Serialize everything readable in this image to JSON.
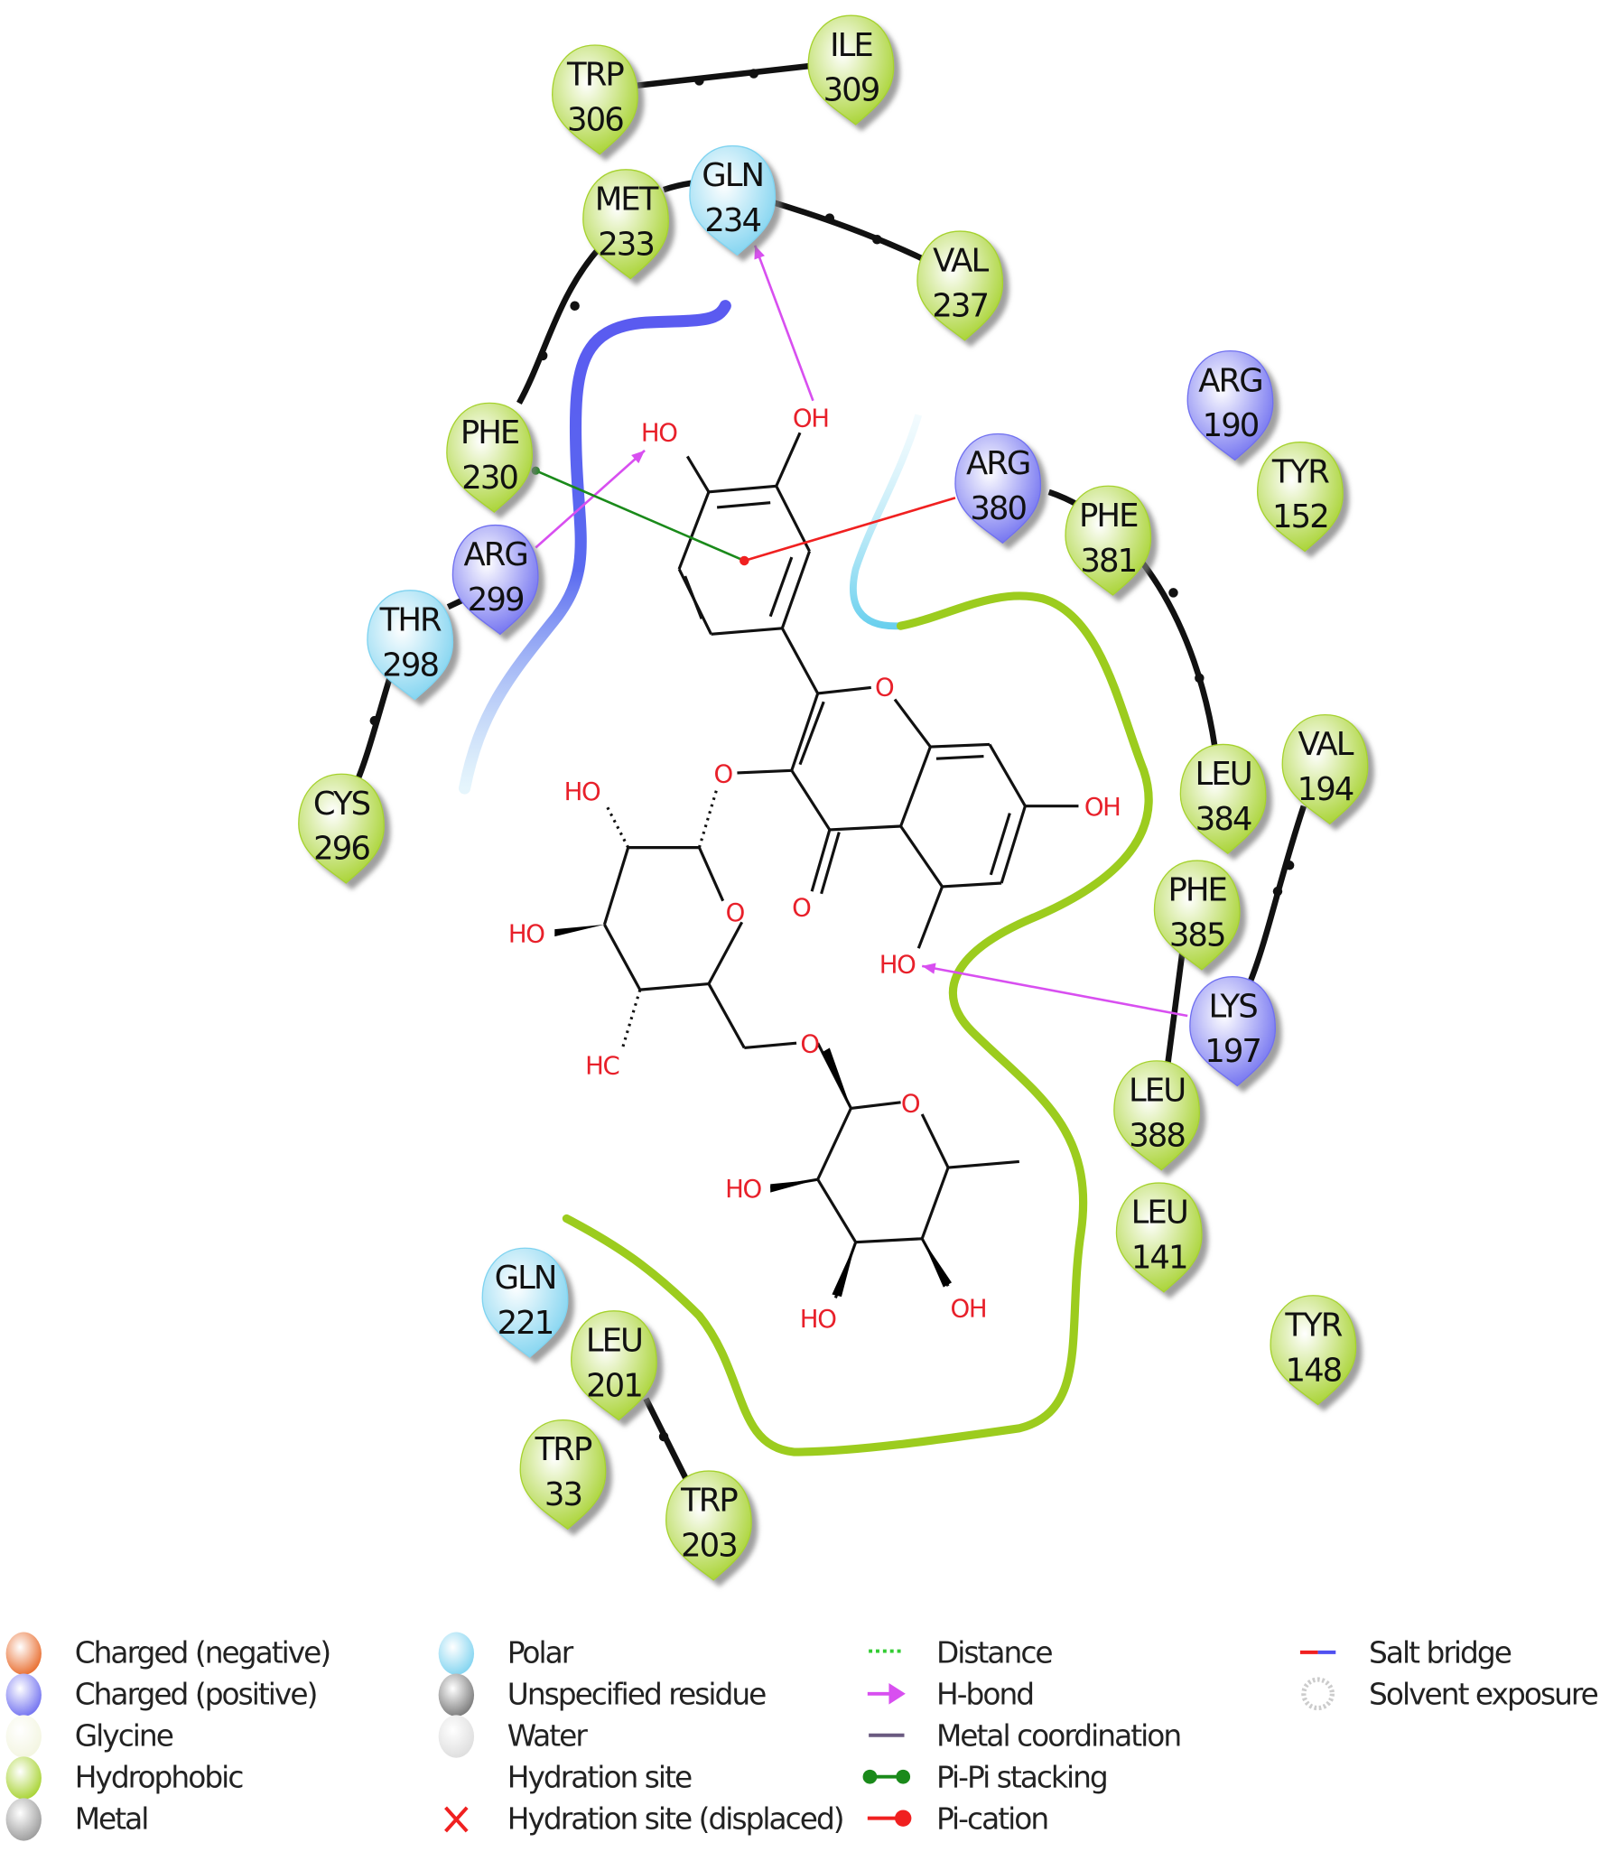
{
  "residues": [
    {
      "id": "trp306",
      "name": "TRP",
      "number": "306",
      "type": "hydrophobic"
    },
    {
      "id": "ile309",
      "name": "ILE",
      "number": "309",
      "type": "hydrophobic"
    },
    {
      "id": "met233",
      "name": "MET",
      "number": "233",
      "type": "hydrophobic"
    },
    {
      "id": "gln234",
      "name": "GLN",
      "number": "234",
      "type": "polar"
    },
    {
      "id": "val237",
      "name": "VAL",
      "number": "237",
      "type": "hydrophobic"
    },
    {
      "id": "phe230",
      "name": "PHE",
      "number": "230",
      "type": "hydrophobic"
    },
    {
      "id": "arg190",
      "name": "ARG",
      "number": "190",
      "type": "positive"
    },
    {
      "id": "arg380",
      "name": "ARG",
      "number": "380",
      "type": "positive"
    },
    {
      "id": "tyr152",
      "name": "TYR",
      "number": "152",
      "type": "hydrophobic"
    },
    {
      "id": "phe381",
      "name": "PHE",
      "number": "381",
      "type": "hydrophobic"
    },
    {
      "id": "arg299",
      "name": "ARG",
      "number": "299",
      "type": "positive"
    },
    {
      "id": "thr298",
      "name": "THR",
      "number": "298",
      "type": "polar"
    },
    {
      "id": "cys296",
      "name": "CYS",
      "number": "296",
      "type": "hydrophobic"
    },
    {
      "id": "val194",
      "name": "VAL",
      "number": "194",
      "type": "hydrophobic"
    },
    {
      "id": "leu384",
      "name": "LEU",
      "number": "384",
      "type": "hydrophobic"
    },
    {
      "id": "phe385",
      "name": "PHE",
      "number": "385",
      "type": "hydrophobic"
    },
    {
      "id": "lys197",
      "name": "LYS",
      "number": "197",
      "type": "positive"
    },
    {
      "id": "leu388",
      "name": "LEU",
      "number": "388",
      "type": "hydrophobic"
    },
    {
      "id": "leu141",
      "name": "LEU",
      "number": "141",
      "type": "hydrophobic"
    },
    {
      "id": "tyr148",
      "name": "TYR",
      "number": "148",
      "type": "hydrophobic"
    },
    {
      "id": "gln221",
      "name": "GLN",
      "number": "221",
      "type": "polar"
    },
    {
      "id": "leu201",
      "name": "LEU",
      "number": "201",
      "type": "hydrophobic"
    },
    {
      "id": "trp33",
      "name": "TRP",
      "number": "33",
      "type": "hydrophobic"
    },
    {
      "id": "trp203",
      "name": "TRP",
      "number": "203",
      "type": "hydrophobic"
    }
  ],
  "residue_colors": {
    "hydrophobic": "#a6d22e",
    "polar": "#7fd3f0",
    "positive": "#6f6ff0",
    "negative": "#e86a2a",
    "glycine": "#f3f5e0",
    "unspecified": "#888888",
    "water": "#dddddd",
    "metal": "#999999"
  },
  "interactions": [
    {
      "type": "hbond",
      "residue": "gln234",
      "color": "#d84ff0"
    },
    {
      "type": "hbond",
      "residue": "arg299",
      "color": "#d84ff0"
    },
    {
      "type": "hbond",
      "residue": "lys197",
      "color": "#d84ff0"
    },
    {
      "type": "pi-pi",
      "residue": "phe230",
      "color": "#1a8a1a"
    },
    {
      "type": "pi-cation",
      "residue": "arg380",
      "color": "#f02020"
    }
  ],
  "ligand": {
    "atom_labels": [
      "HO",
      "OH",
      "O",
      "O",
      "OH",
      "O",
      "HO",
      "HO",
      "HO",
      "HC",
      "O",
      "O",
      "O",
      "HO",
      "HO",
      "OH"
    ]
  },
  "legend": {
    "columns": [
      [
        {
          "label": "Charged (negative)",
          "icon": "circle",
          "color": "#e86a2a"
        },
        {
          "label": "Charged (positive)",
          "icon": "circle",
          "color": "#6f6ff0"
        },
        {
          "label": "Glycine",
          "icon": "circle",
          "color": "#f3f5e0"
        },
        {
          "label": "Hydrophobic",
          "icon": "circle",
          "color": "#a6d22e"
        },
        {
          "label": "Metal",
          "icon": "circle",
          "color": "#999999"
        }
      ],
      [
        {
          "label": "Polar",
          "icon": "circle",
          "color": "#7fd3f0"
        },
        {
          "label": "Unspecified residue",
          "icon": "circle",
          "color": "#777777"
        },
        {
          "label": "Water",
          "icon": "circle",
          "color": "#dddddd"
        },
        {
          "label": "Hydration site",
          "icon": "none",
          "color": "#ffffff"
        },
        {
          "label": "Hydration site (displaced)",
          "icon": "cross",
          "color": "#f02020"
        }
      ],
      [
        {
          "label": "Distance",
          "icon": "dotted",
          "color": "#33cc33"
        },
        {
          "label": "H-bond",
          "icon": "arrow",
          "color": "#d84ff0"
        },
        {
          "label": "Metal coordination",
          "icon": "line",
          "color": "#6a5a80"
        },
        {
          "label": "Pi-Pi stacking",
          "icon": "pipi",
          "color": "#1a8a1a"
        },
        {
          "label": "Pi-cation",
          "icon": "pication",
          "color": "#f02020"
        }
      ],
      [
        {
          "label": "Salt bridge",
          "icon": "saltbridge",
          "color": "#f02020"
        },
        {
          "label": "Solvent exposure",
          "icon": "solvent",
          "color": "#cccccc"
        }
      ]
    ]
  }
}
